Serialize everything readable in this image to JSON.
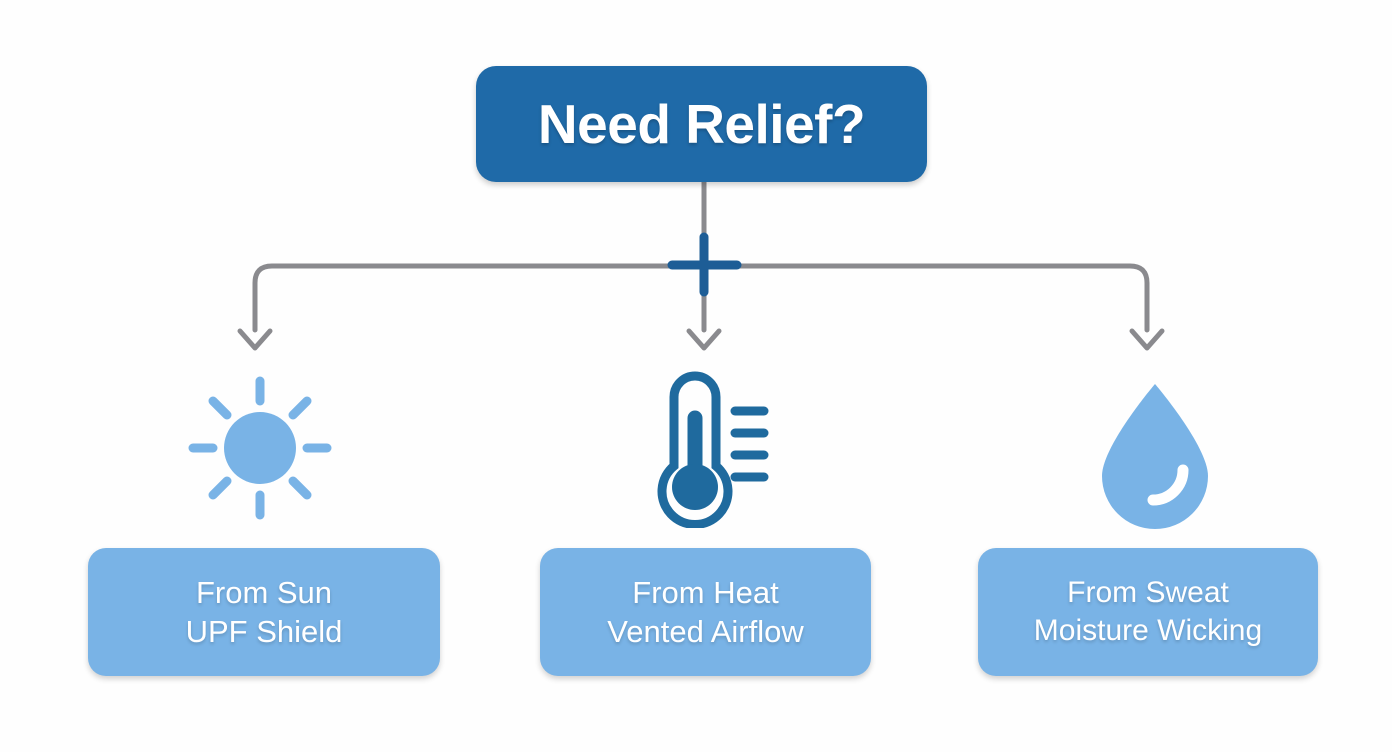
{
  "diagram": {
    "type": "tree-flowchart",
    "background_color": "#ffffff",
    "root": {
      "label": "Need Relief?",
      "fill_color": "#1f6aa8",
      "text_color": "#ffffff"
    },
    "junction": {
      "name": "plus-marker",
      "color": "#1d5d96"
    },
    "connector": {
      "color": "#8a8a8e",
      "arrowhead": "chevron-down"
    },
    "branches": [
      {
        "icon": "sun-icon",
        "icon_color": "#79b3e6",
        "line1": "From Sun",
        "line2": "UPF Shield",
        "fill_color": "#79b3e6",
        "text_color": "#ffffff"
      },
      {
        "icon": "thermometer-icon",
        "icon_color": "#1f6a9e",
        "line1": "From Heat",
        "line2": "Vented Airflow",
        "fill_color": "#79b3e6",
        "text_color": "#ffffff"
      },
      {
        "icon": "water-drop-icon",
        "icon_color": "#79b3e6",
        "line1": "From Sweat",
        "line2": "Moisture Wicking",
        "fill_color": "#79b3e6",
        "text_color": "#ffffff"
      }
    ]
  }
}
